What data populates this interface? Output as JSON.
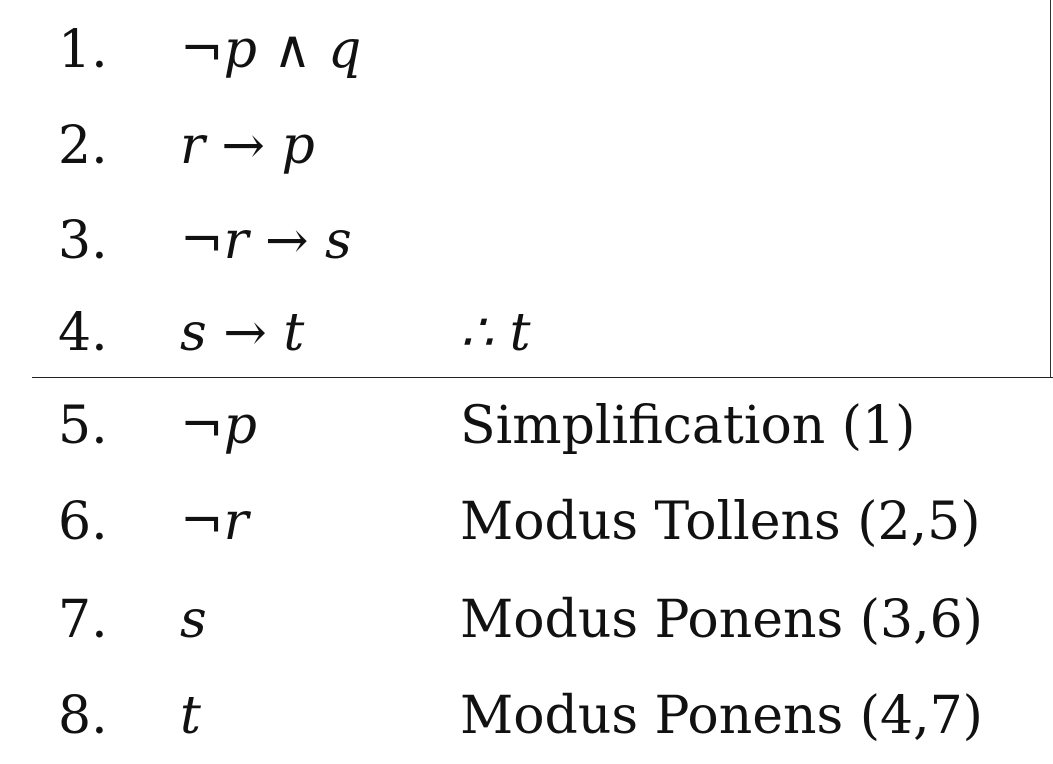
{
  "premises": [
    {
      "num": "1.",
      "formula": "¬p ∧ q",
      "note": ""
    },
    {
      "num": "2.",
      "formula": "r → p",
      "note": ""
    },
    {
      "num": "3.",
      "formula": "¬r → s",
      "note": ""
    },
    {
      "num": "4.",
      "formula": "s → t",
      "note": "∴ t"
    }
  ],
  "steps": [
    {
      "num": "5.",
      "formula": "¬p",
      "justification": "Simplification (1)"
    },
    {
      "num": "6.",
      "formula": "¬r",
      "justification": "Modus Tollens (2,5)"
    },
    {
      "num": "7.",
      "formula": "s",
      "justification": "Modus Ponens (3,6)"
    },
    {
      "num": "8.",
      "formula": "t",
      "justification": "Modus Ponens (4,7)"
    }
  ]
}
